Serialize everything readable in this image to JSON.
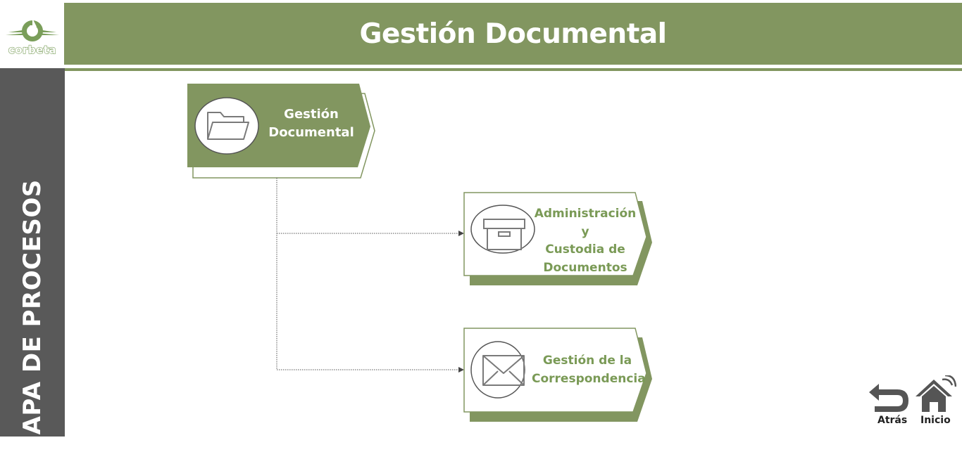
{
  "brand": {
    "logo_text": "corbeta"
  },
  "header": {
    "title": "Gestión Documental"
  },
  "sidebar": {
    "label": "MAPA DE PROCESOS"
  },
  "diagram": {
    "main_node": {
      "line1": "Gestión",
      "line2": "Documental",
      "icon": "folder-icon"
    },
    "children": [
      {
        "line1": "Administración y",
        "line2": "Custodia de",
        "line3": "Documentos",
        "icon": "archive-box-icon"
      },
      {
        "line1": "Gestión de la",
        "line2": "Correspondencia",
        "icon": "envelope-icon"
      }
    ]
  },
  "nav": {
    "back_label": "Atrás",
    "home_label": "Inicio"
  },
  "colors": {
    "green": "#829660",
    "sidebar": "#595959",
    "text_green": "#7a9a56"
  }
}
